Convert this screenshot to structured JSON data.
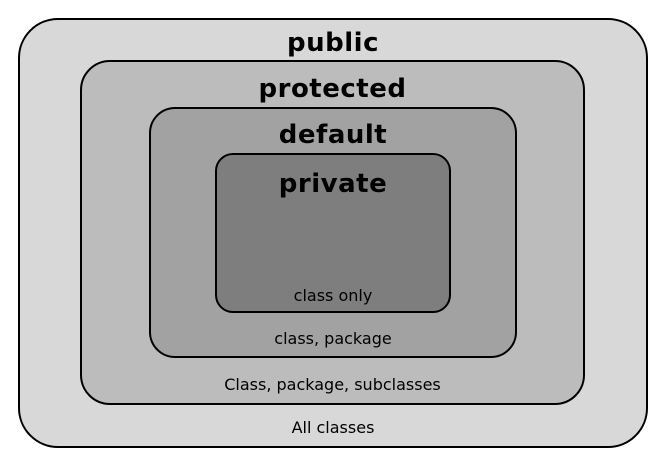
{
  "colors": {
    "public": "#d8d8d8",
    "protected": "#bcbcbc",
    "default": "#a2a2a2",
    "private": "#7e7e7e",
    "border": "#000000"
  },
  "levels": [
    {
      "key": "public",
      "title": "public",
      "caption": "All classes"
    },
    {
      "key": "protected",
      "title": "protected",
      "caption": "Class, package, subclasses"
    },
    {
      "key": "default",
      "title": "default",
      "caption": "class, package"
    },
    {
      "key": "private",
      "title": "private",
      "caption": "class only"
    }
  ]
}
